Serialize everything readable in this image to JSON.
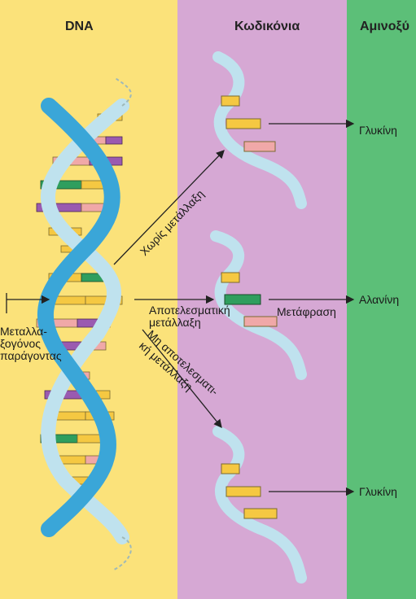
{
  "headers": {
    "dna": "DNA",
    "codons": "Κωδικόνια",
    "amino_acids": "Αμινοξύ"
  },
  "labels": {
    "mutagen": [
      "Μεταλλα-",
      "ξογόνος",
      "παράγοντας"
    ],
    "no_mutation": "Χωρίς μετάλλαξη",
    "effective_mutation": [
      "Αποτελεσματική",
      "μετάλλαξη"
    ],
    "translation": "Μετάφραση",
    "ineffective_mutation": [
      "Μη αποτελεσματι-",
      "κή μετάλλαξη"
    ],
    "amino_top": "Γλυκίνη",
    "amino_middle": "Αλανίνη",
    "amino_bottom": "Γλυκίνη"
  },
  "colors": {
    "dna_column": "#fbe27a",
    "codon_column": "#d6a8d4",
    "amino_column": "#5cbf78",
    "strand_blue": "#3aa6d8",
    "strand_pale": "#bfe2ee",
    "base_yellow": "#f5c842",
    "base_green": "#2f9e5e",
    "base_pink": "#f0a8a8",
    "base_purple": "#9a5ab0"
  }
}
